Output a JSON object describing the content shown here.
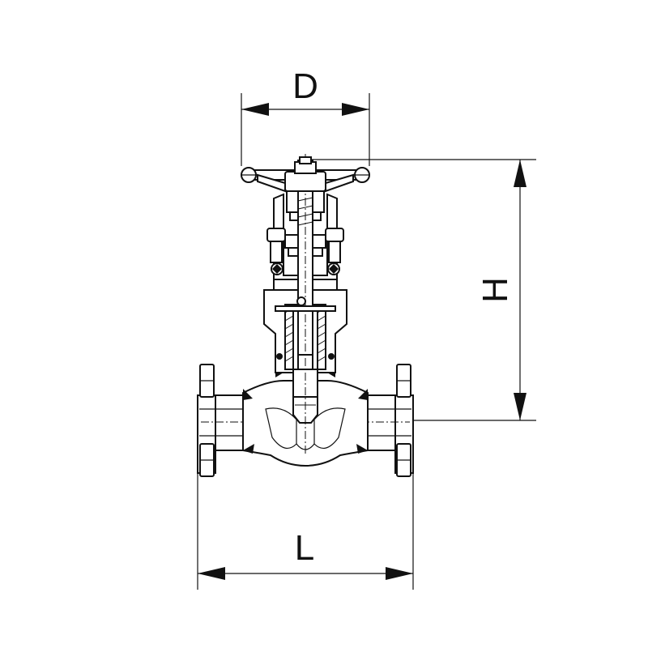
{
  "dimensions": {
    "diameter": "D",
    "height": "H",
    "length": "L"
  },
  "colors": {
    "line": "#111111",
    "background": "#ffffff"
  }
}
